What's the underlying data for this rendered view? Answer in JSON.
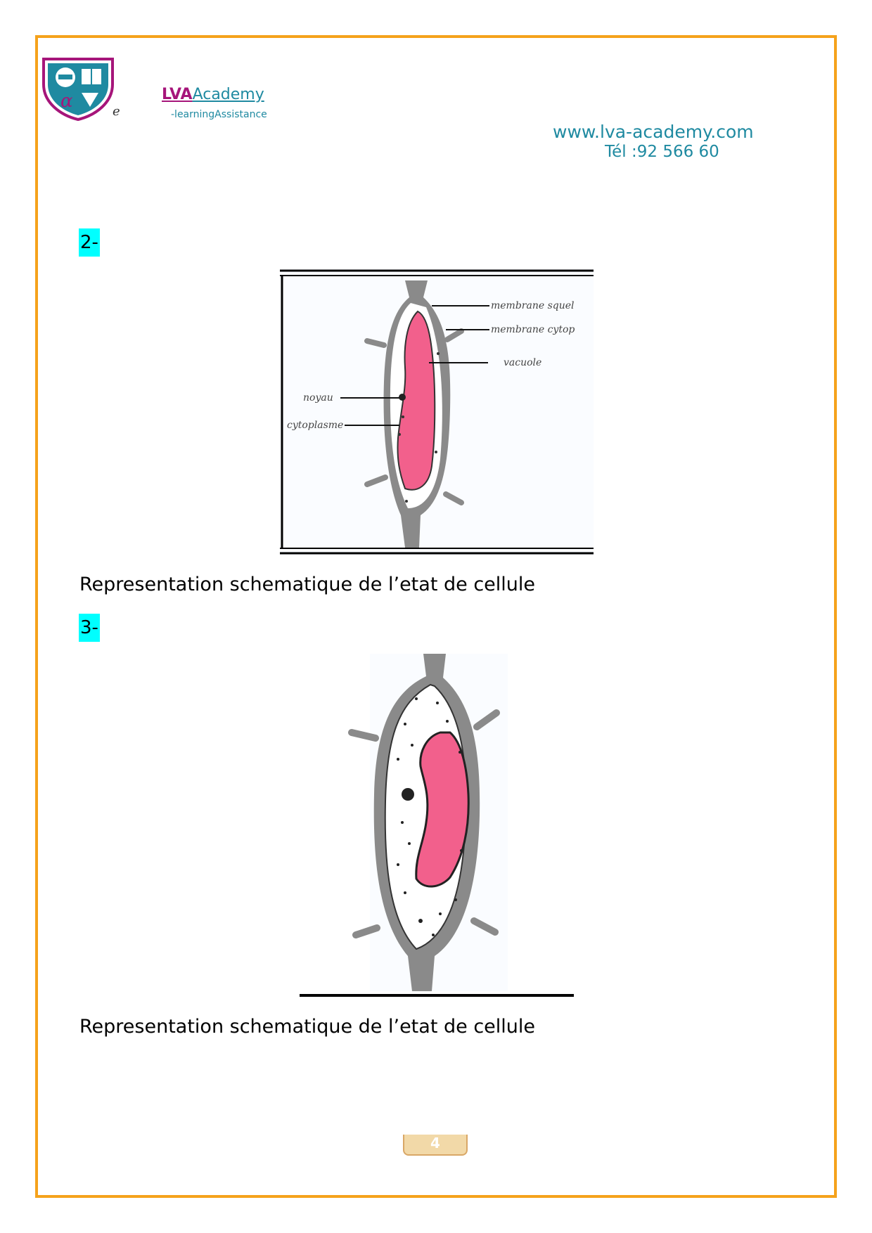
{
  "header": {
    "logo_letter": "e",
    "brand_lva": "LVA",
    "brand_academy": "Academy",
    "tagline": "-learningAssistance",
    "website": "www.lva-academy.com",
    "phone": "Tél :92 566 60"
  },
  "sections": [
    {
      "number": "2-",
      "figure_labels": {
        "membrane_squelettique": "membrane squel",
        "membrane_cytoplasmique": "membrane cytop",
        "vacuole": "vacuole",
        "noyau": "noyau",
        "cytoplasme": "cytoplasme"
      },
      "caption": "Representation schematique de l’etat de cellule"
    },
    {
      "number": "3-",
      "caption": "Representation schematique de l’etat de cellule"
    }
  ],
  "footer": {
    "page_number": "4"
  },
  "colors": {
    "frame": "#f5a21b",
    "brand_magenta": "#a6157a",
    "brand_teal": "#1f8aa1",
    "highlight": "#00ffff",
    "vacuole_pink": "#f2608c",
    "cell_wall_gray": "#8a8a8a"
  }
}
